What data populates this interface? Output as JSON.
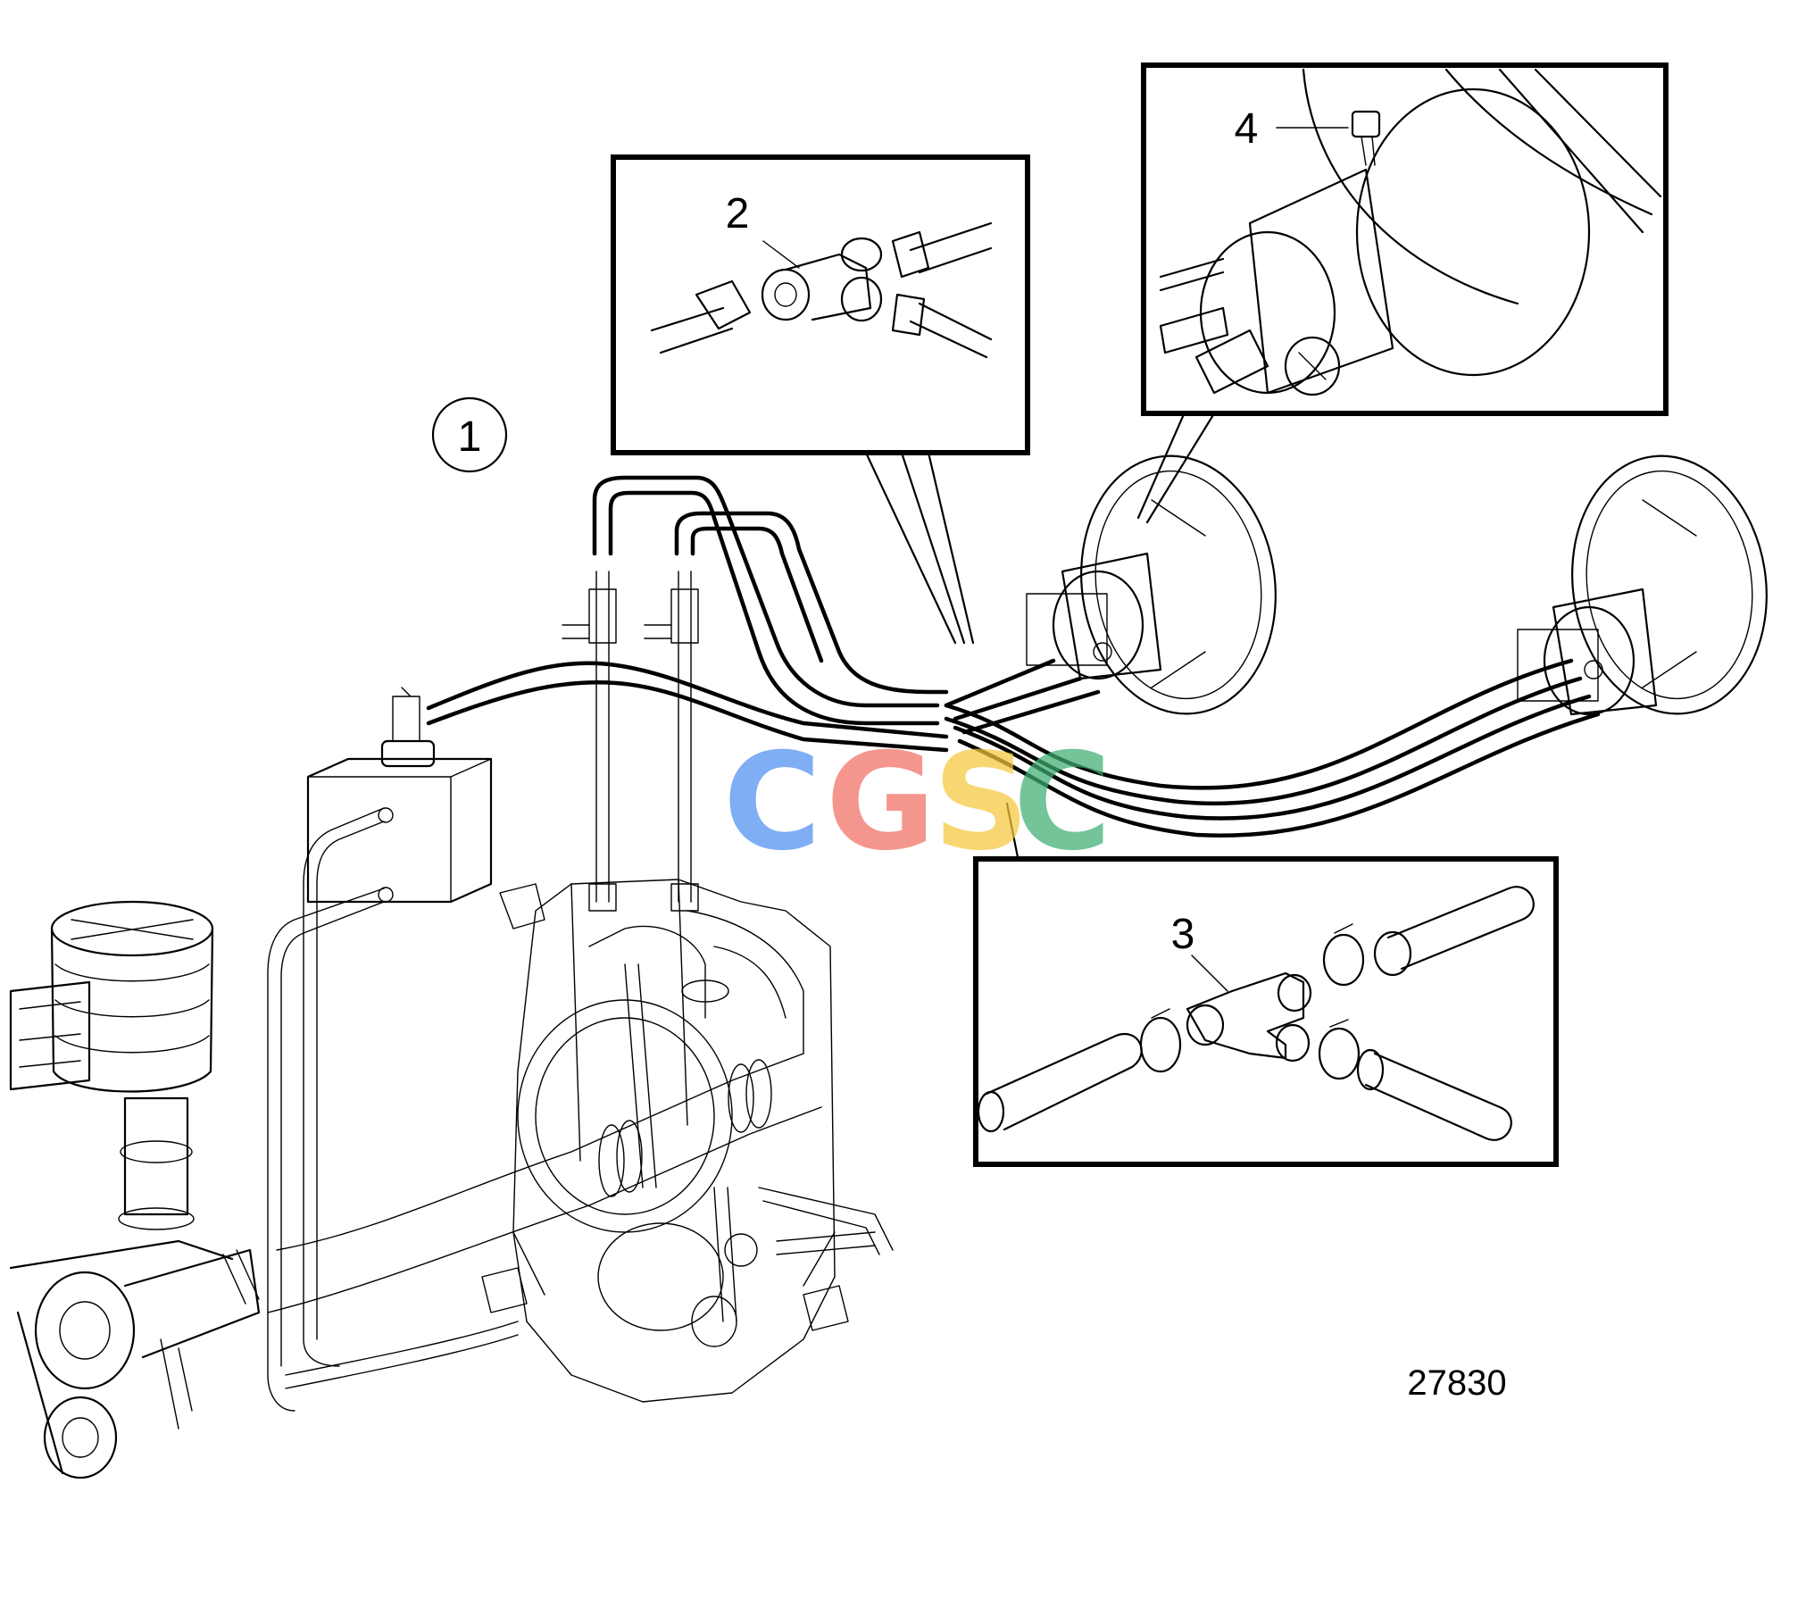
{
  "callouts": {
    "c1": "1",
    "c2": "2",
    "c3": "3",
    "c4": "4"
  },
  "reference_number": "27830",
  "watermark": {
    "letters": [
      "C",
      "G",
      "S",
      "C"
    ],
    "colors": [
      "#4f8ff0",
      "#f06e63",
      "#f6c83c",
      "#3fae74"
    ]
  }
}
